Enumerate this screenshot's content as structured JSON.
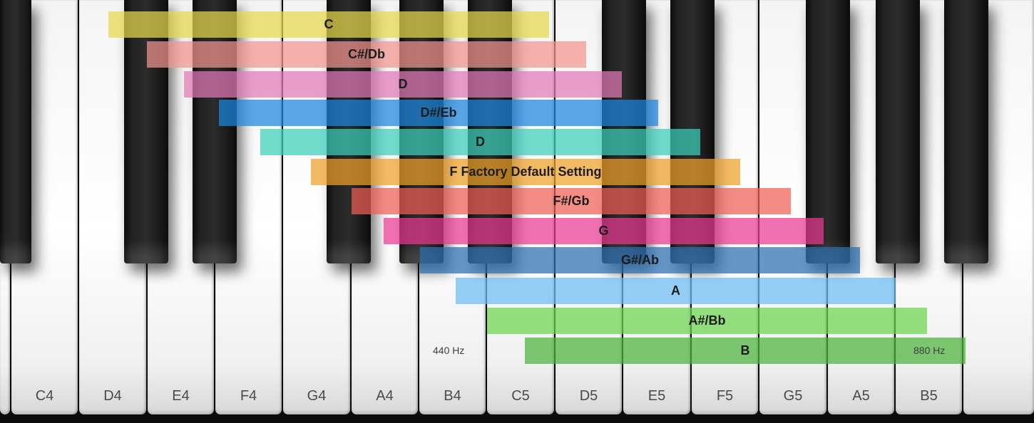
{
  "white_keys": [
    "",
    "C4",
    "D4",
    "E4",
    "F4",
    "G4",
    "A4",
    "B4",
    "C5",
    "D5",
    "E5",
    "F5",
    "G5",
    "A5",
    "B5"
  ],
  "bars": [
    {
      "label": "C",
      "color": "#e7d84a"
    },
    {
      "label": "C#/Db",
      "color": "#f1948f"
    },
    {
      "label": "D",
      "color": "#e17ab4"
    },
    {
      "label": "D#/Eb",
      "color": "#1c86e0"
    },
    {
      "label": "D",
      "color": "#3ccfba"
    },
    {
      "label": "F Factory Default Setting",
      "color": "#f0a12a"
    },
    {
      "label": "F#/Gb",
      "color": "#ee5f56"
    },
    {
      "label": "G",
      "color": "#e93a93"
    },
    {
      "label": "G#/Ab",
      "color": "#2d6fb2"
    },
    {
      "label": "A",
      "color": "#6ebdf1"
    },
    {
      "label": "A#/Bb",
      "color": "#6cd44f"
    },
    {
      "label": "B",
      "color": "#4eb33c"
    }
  ],
  "markers": {
    "a4": "440 Hz",
    "a5": "880 Hz"
  }
}
